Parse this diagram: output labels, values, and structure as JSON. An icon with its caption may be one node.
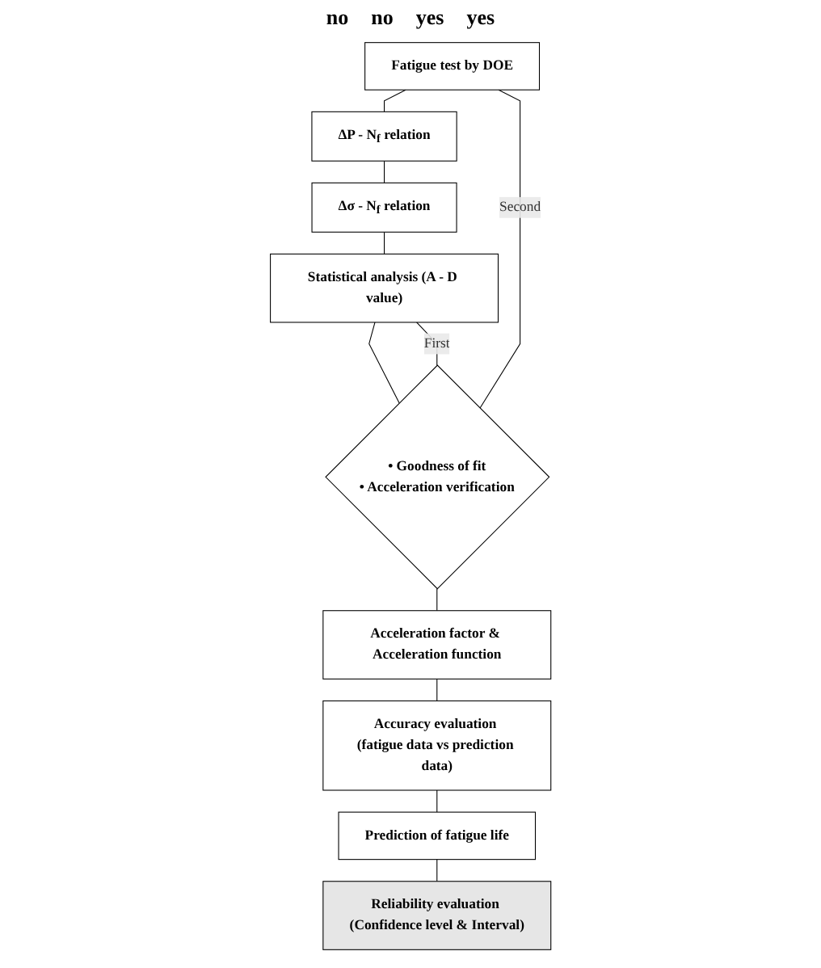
{
  "diagram": {
    "nodes": [
      {
        "text": [
          "Fatigue test by DOE"
        ]
      },
      {
        "text": [
          "ΔP - N$_{f}$ relation"
        ]
      },
      {
        "text": [
          "Δσ - N$_{f}$ relation"
        ]
      },
      {
        "text": [
          "Statistical analysis (A - D value)"
        ]
      },
      {
        "text": [
          "• Goodness of fit",
          "• Acceleration verification"
        ]
      },
      {
        "text": [
          "Acceleration factor & Acceleration function"
        ]
      },
      {
        "text": [
          "Accuracy evaluation (fatigue data vs prediction data)"
        ]
      },
      {
        "text": [
          "Prediction of fatigue life"
        ]
      },
      {
        "text": [
          "Reliability evaluation (Confidence level & Interval)"
        ]
      }
    ],
    "edges": [
      {
        "from": 0,
        "to": 1,
        "arrow": "none"
      },
      {
        "from": 1,
        "to": 2,
        "arrow": "none"
      },
      {
        "from": 2,
        "to": 3,
        "arrow": "none"
      },
      {
        "from": 3,
        "to": 4,
        "arrow": "none"
      },
      {
        "from": 4,
        "to": 3,
        "arrow": "none",
        "label": "First"
      },
      {
        "from": 4,
        "to": 0,
        "arrow": "none",
        "label": "Second"
      },
      {
        "from": 4,
        "to": 5,
        "arrow": "none"
      },
      {
        "from": 5,
        "to": 6,
        "arrow": "none"
      },
      {
        "from": 6,
        "to": 7,
        "arrow": "none"
      },
      {
        "from": 7,
        "to": 8,
        "arrow": "none"
      }
    ],
    "labels": [
      "no",
      "no",
      "yes",
      "yes"
    ]
  }
}
